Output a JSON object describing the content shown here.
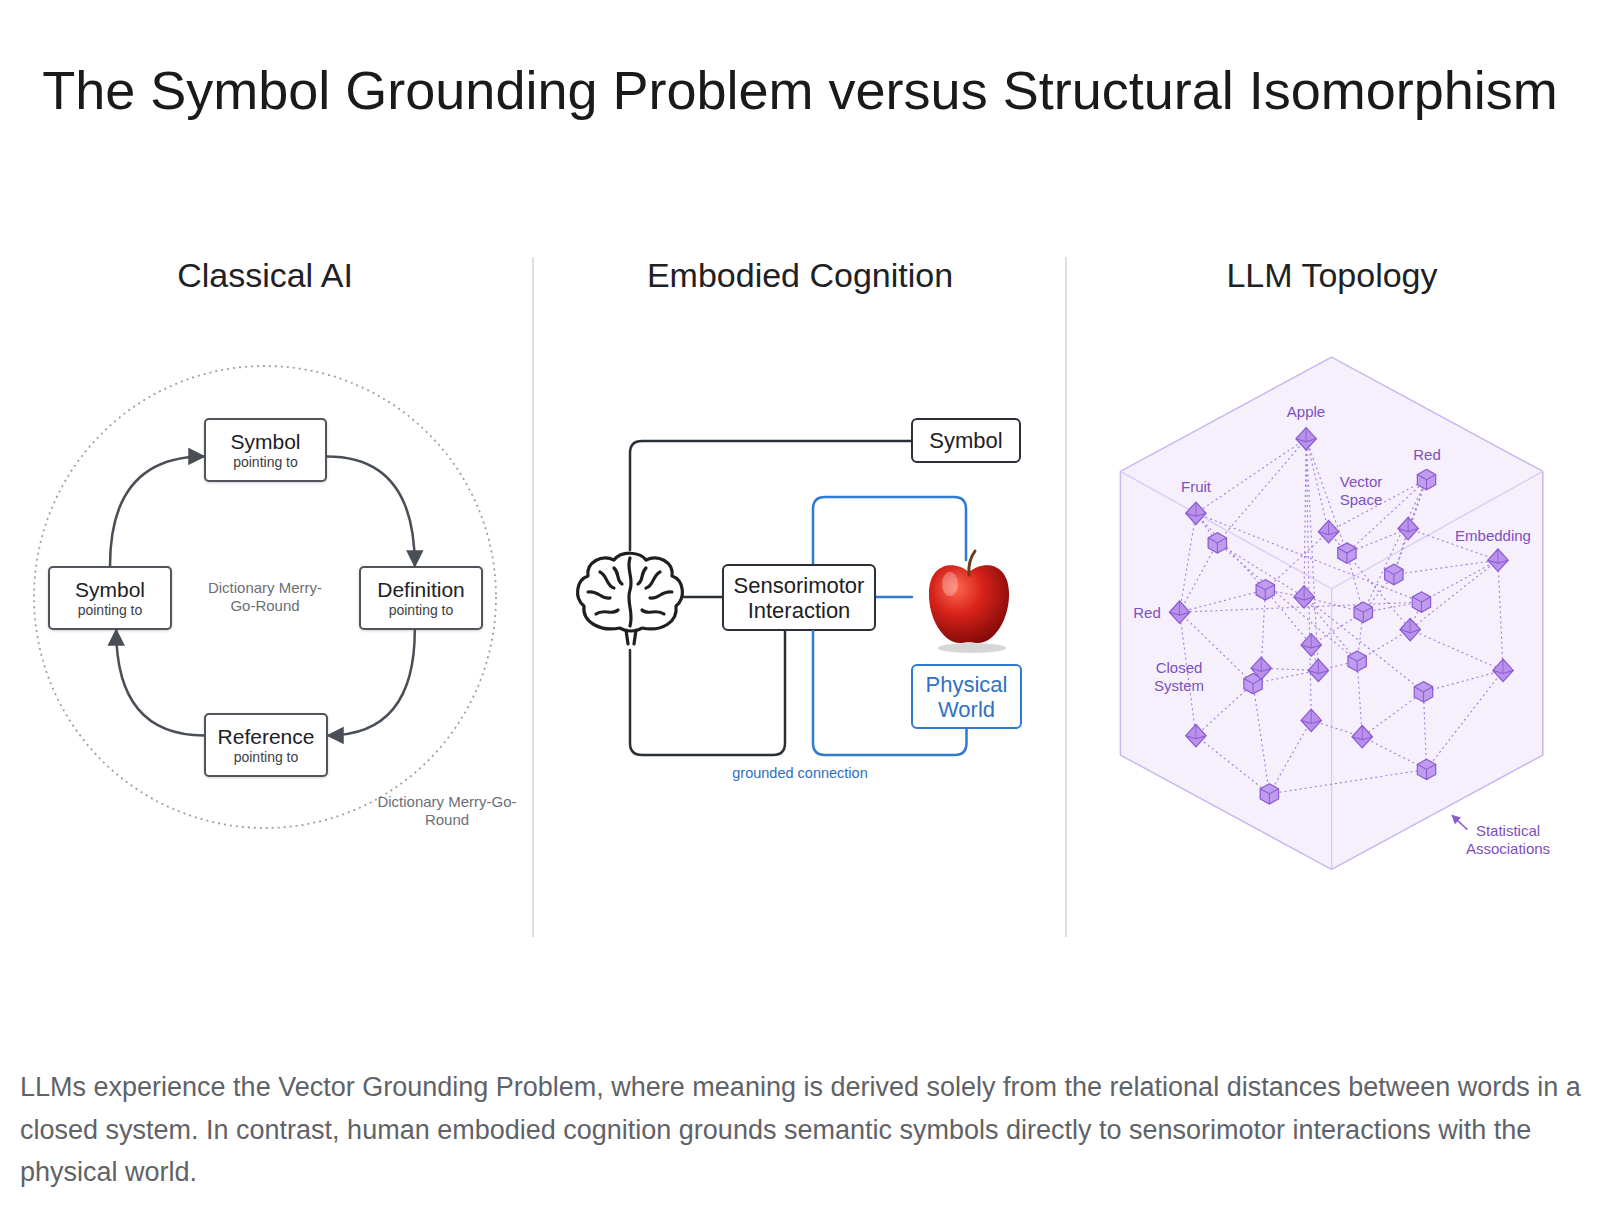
{
  "diagram": {
    "title": "The Symbol Grounding Problem versus Structural Isomorphism",
    "caption": "LLMs experience the Vector Grounding Problem, where meaning is derived solely from the relational distances between words in a closed system. In contrast, human embodied cognition grounds semantic symbols directly to sensorimotor interactions with the physical world.",
    "nodes": [
      {
        "text": [
          "Dictionary Merry-Go-Round",
          "Dictionary Merry-Go-Round"
        ]
      },
      {
        "text": [
          "Symbol",
          "pointing to"
        ],
        "in": 0
      },
      {
        "text": [
          "Symbol",
          "pointing to"
        ],
        "in": 0
      },
      {
        "text": [
          "Definition",
          "pointing to"
        ],
        "in": 0
      },
      {
        "text": [
          "Reference",
          "pointing to"
        ],
        "in": 0
      },
      {
        "text": [
          "Symbol"
        ]
      },
      {
        "text": [
          "Sensorimotor Interaction"
        ]
      },
      {
        "text": [
          "Physical World"
        ]
      }
    ],
    "edges": [
      {
        "from": 1,
        "to": 3,
        "arrow": "to"
      },
      {
        "from": 3,
        "to": 4,
        "arrow": "to"
      },
      {
        "from": 4,
        "to": 2,
        "arrow": "to"
      },
      {
        "from": 2,
        "to": 1,
        "arrow": "to"
      },
      {
        "from": 7,
        "to": 6,
        "arrow": "none",
        "label": "grounded connection"
      }
    ],
    "labels": [
      "Classical AI",
      "Embodied Cognition",
      "LLM Topology",
      "Apple",
      "Red",
      "Fruit",
      "Vector Space",
      "Embedding",
      "Red",
      "Closed System",
      "Statistical Associations"
    ]
  }
}
